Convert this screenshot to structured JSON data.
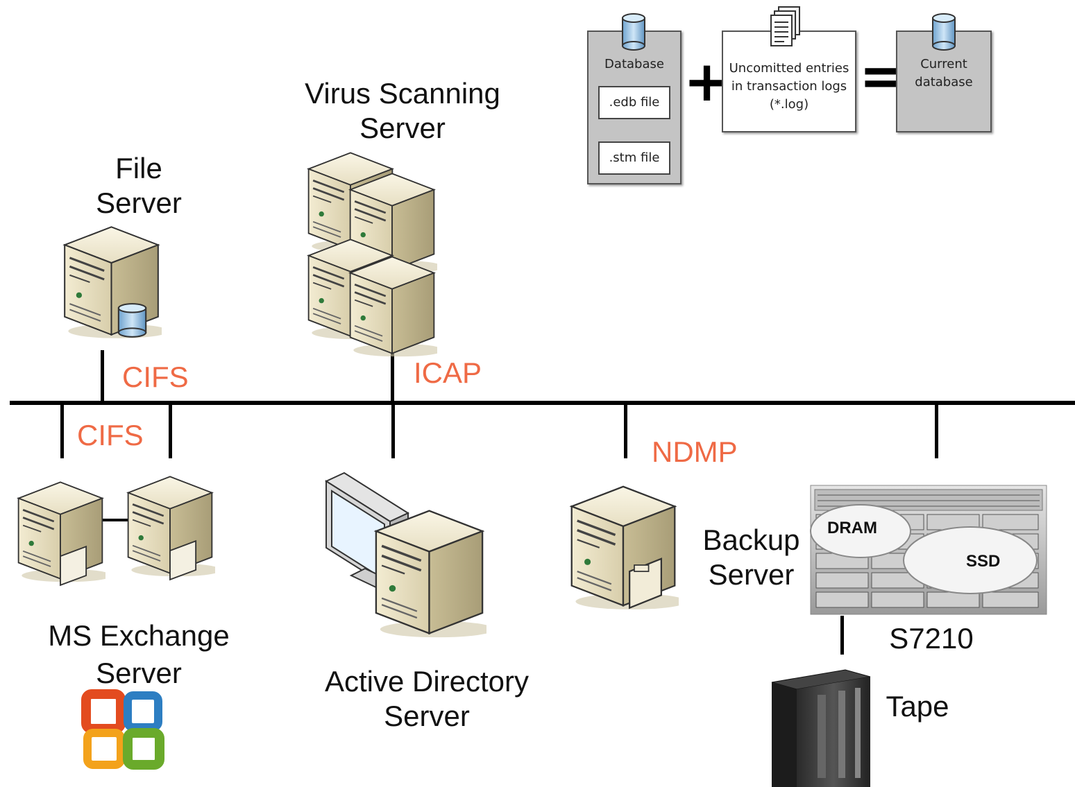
{
  "nodes": {
    "file_server": "File\nServer",
    "virus_scanning_server": "Virus Scanning\nServer",
    "ms_exchange_server": "MS Exchange\nServer",
    "active_directory_server": "Active Directory\nServer",
    "backup_server": "Backup\nServer",
    "storage": "S7210",
    "tape": "Tape"
  },
  "protocols": {
    "cifs_file": "CIFS",
    "icap": "ICAP",
    "cifs_exchange": "CIFS",
    "ndmp": "NDMP"
  },
  "storage_tiers": {
    "dram": "DRAM",
    "ssd": "SSD"
  },
  "equation": {
    "database_title": "Database",
    "edb_file": ".edb file",
    "stm_file": ".stm file",
    "plus": "+",
    "uncommitted": "Uncomitted entries\nin transaction logs\n(*.log)",
    "equals": "=",
    "current_database": "Current\ndatabase"
  },
  "colors": {
    "protocol": "#ef6a45",
    "network_line": "#000000",
    "server_beige": "#ddd3b0",
    "database_blue": "#9ec8e8"
  }
}
